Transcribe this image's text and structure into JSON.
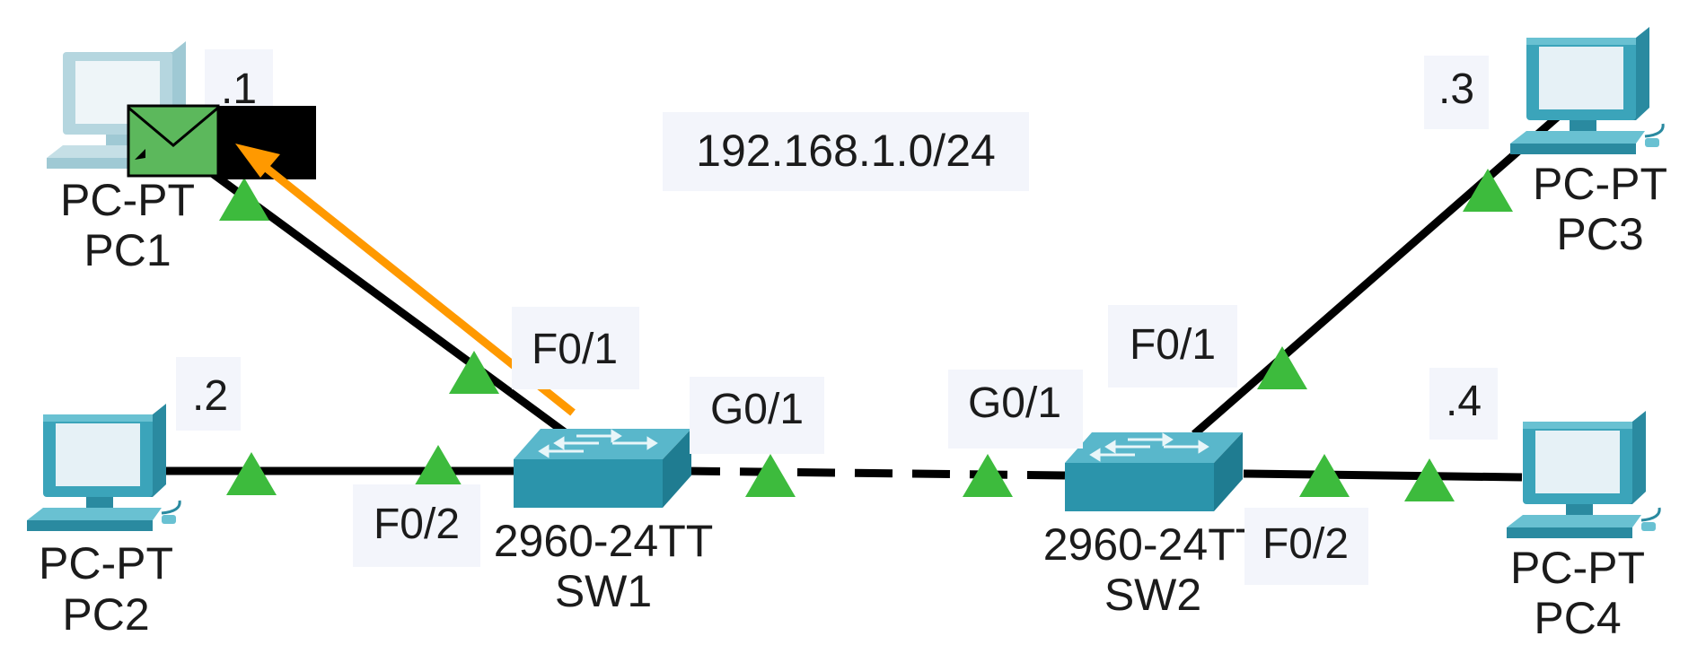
{
  "network": {
    "subnet": "192.168.1.0/24"
  },
  "devices": {
    "pc1": {
      "model": "PC-PT",
      "name": "PC1",
      "host": ".1"
    },
    "pc2": {
      "model": "PC-PT",
      "name": "PC2",
      "host": ".2"
    },
    "pc3": {
      "model": "PC-PT",
      "name": "PC3",
      "host": ".3"
    },
    "pc4": {
      "model": "PC-PT",
      "name": "PC4",
      "host": ".4"
    },
    "sw1": {
      "model": "2960-24TT",
      "name": "SW1"
    },
    "sw2": {
      "model": "2960-24TT",
      "name": "SW2"
    }
  },
  "ports": {
    "sw1_f01": "F0/1",
    "sw1_f02": "F0/2",
    "sw1_g01": "G0/1",
    "sw2_g01": "G0/1",
    "sw2_f01": "F0/1",
    "sw2_f02": "F0/2"
  },
  "colors": {
    "link": "#000000",
    "link_up": "#3dbb3d",
    "pdu_arrow": "#ff9900",
    "pdu_envelope": "#5cb85c",
    "device_teal": "#2f97ad",
    "pc_beige": "#dce8ef"
  },
  "icons": {
    "pc": "pc-workstation-icon",
    "switch": "switch-icon",
    "pdu": "pdu-envelope-icon"
  }
}
